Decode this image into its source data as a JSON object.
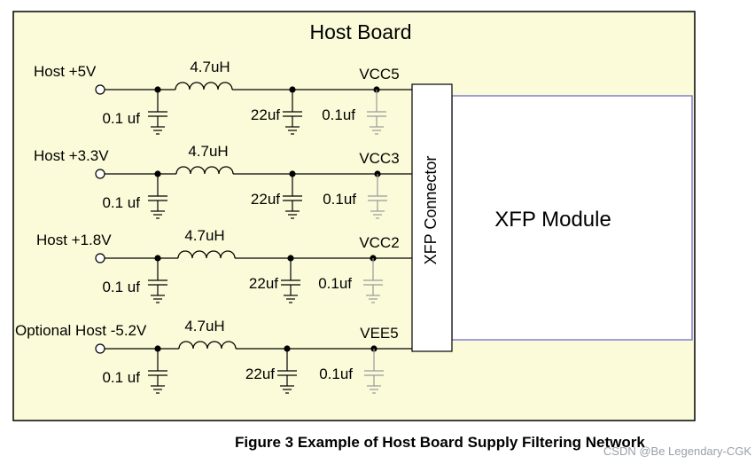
{
  "board": {
    "title": "Host Board",
    "fill": "#fbfbd9"
  },
  "connector": {
    "label": "XFP Connector"
  },
  "module": {
    "label": "XFP Module",
    "border": "#8080d0"
  },
  "rails": [
    {
      "host": "Host +5V",
      "inductor": "4.7uH",
      "rail": "VCC5",
      "cap_host": "0.1 uf",
      "cap_bulk": "22uf",
      "cap_mod": "0.1uf"
    },
    {
      "host": "Host +3.3V",
      "inductor": "4.7uH",
      "rail": "VCC3",
      "cap_host": "0.1 uf",
      "cap_bulk": "22uf",
      "cap_mod": "0.1uf"
    },
    {
      "host": "Host +1.8V",
      "inductor": "4.7uH",
      "rail": "VCC2",
      "cap_host": "0.1 uf",
      "cap_bulk": "22uf",
      "cap_mod": "0.1uf"
    },
    {
      "host": "Optional Host -5.2V",
      "inductor": "4.7uH",
      "rail": "VEE5",
      "cap_host": "0.1 uf",
      "cap_bulk": "22uf",
      "cap_mod": "0.1uf"
    }
  ],
  "caption": "Figure 3  Example of Host Board Supply Filtering Network",
  "watermark": "CSDN @Be Legendary-CGK"
}
